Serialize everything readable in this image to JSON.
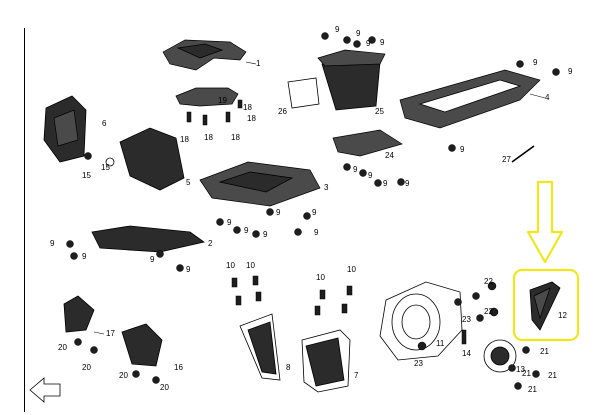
{
  "diagram": {
    "callouts": {
      "p1": "1",
      "p2": "2",
      "p3": "3",
      "p4": "4",
      "p5": "5",
      "p6": "6",
      "p7": "7",
      "p8": "8",
      "p9": "9",
      "p10": "10",
      "p11": "11",
      "p12": "12",
      "p13": "13",
      "p14": "14",
      "p15": "15",
      "p16": "16",
      "p17": "17",
      "p18": "18",
      "p19": "19",
      "p20": "20",
      "p21": "21",
      "p22": "22",
      "p23": "23",
      "p24": "24",
      "p25": "25",
      "p26": "26",
      "p27": "27"
    },
    "highlight": {
      "color": "#f0e61e",
      "arrow_direction": "down",
      "target_part": "12"
    }
  }
}
